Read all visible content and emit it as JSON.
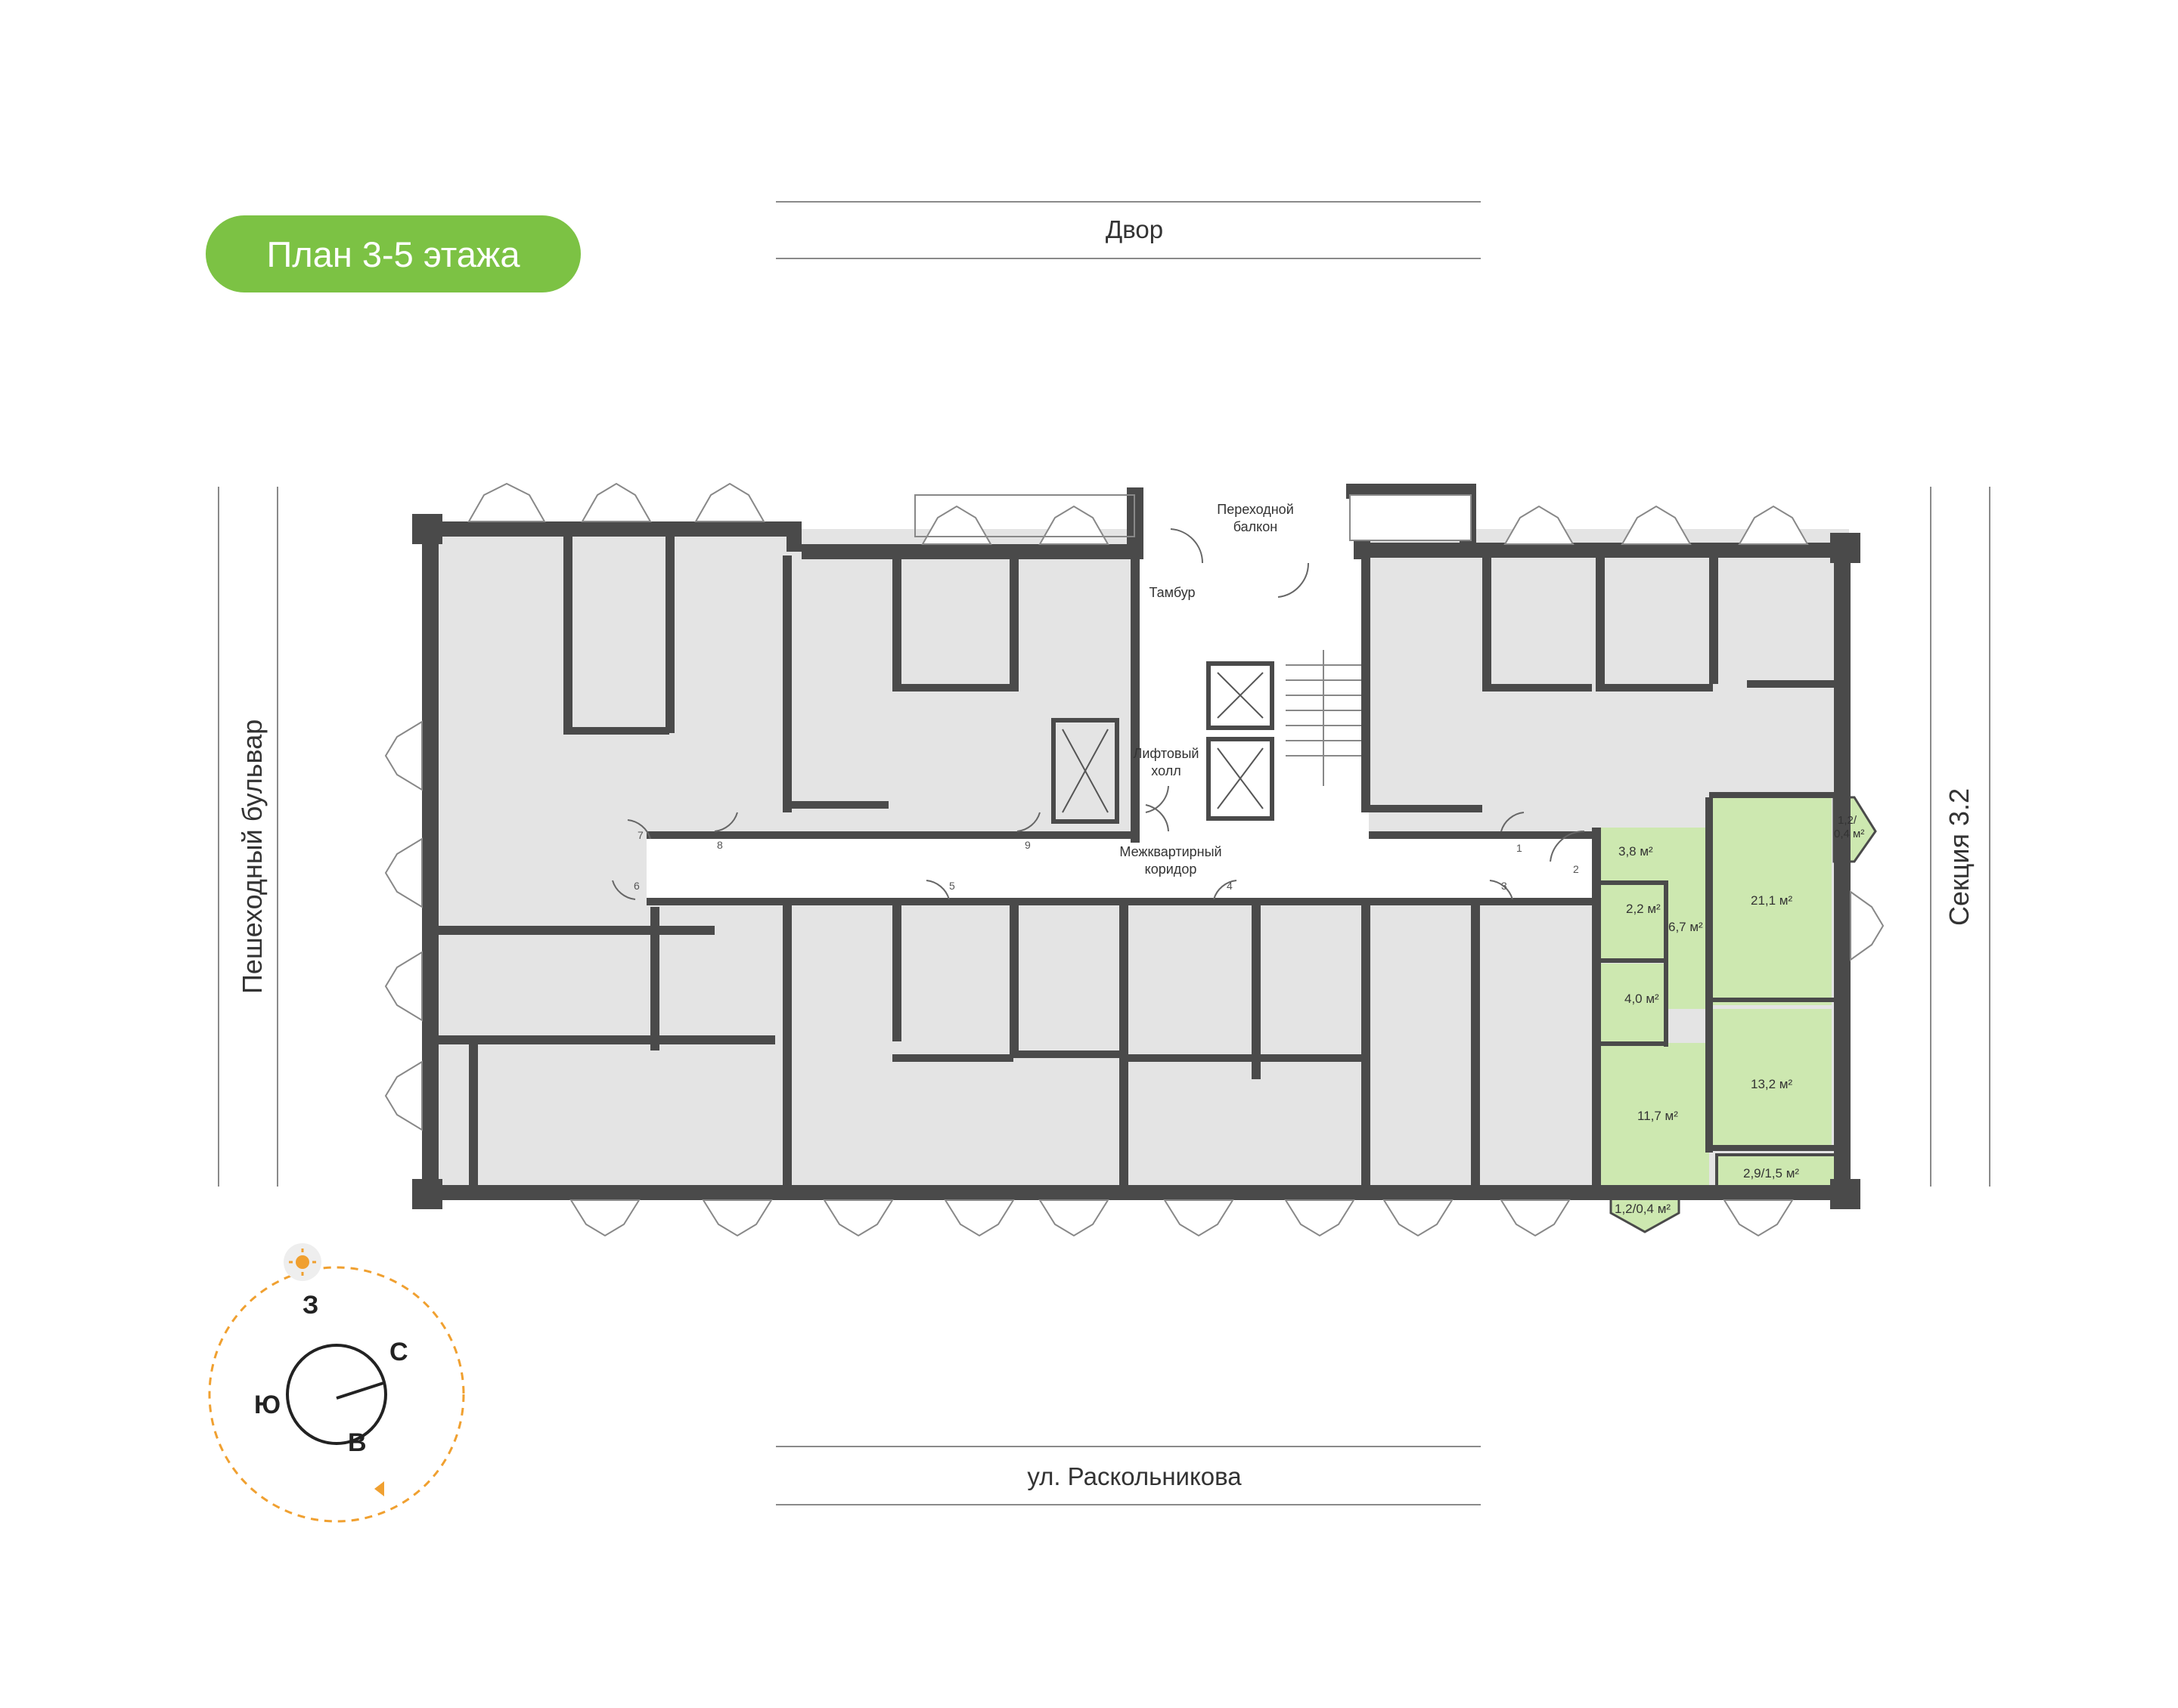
{
  "title": "План 3-5 этажа",
  "streets": {
    "top": "Двор",
    "bottom": "ул. Раскольникова",
    "left": "Пешеходный бульвар",
    "right": "Секция 3.2"
  },
  "core_labels": {
    "balcony": [
      "Переходной",
      "балкон"
    ],
    "tambur": "Тамбур",
    "lift_hall": [
      "Лифтовый",
      "холл"
    ],
    "corridor": [
      "Межквартирный",
      "коридор"
    ]
  },
  "door_numbers": [
    "1",
    "2",
    "3",
    "4",
    "5",
    "6",
    "7",
    "8",
    "9"
  ],
  "highlighted_apartment": {
    "rooms": [
      {
        "id": "hall",
        "area": "3,8 м²"
      },
      {
        "id": "wc",
        "area": "2,2 м²"
      },
      {
        "id": "corridor",
        "area": "6,7 м²"
      },
      {
        "id": "bath",
        "area": "4,0 м²"
      },
      {
        "id": "kitchen",
        "area": "11,7 м²"
      },
      {
        "id": "living",
        "area": "21,1 м²"
      },
      {
        "id": "bedroom",
        "area": "13,2 м²"
      },
      {
        "id": "loggia",
        "area": "2,9/1,5 м²"
      },
      {
        "id": "balcony-bottom",
        "area": "1,2/0,4 м²"
      },
      {
        "id": "balcony-right-1",
        "area": "1,2/"
      },
      {
        "id": "balcony-right-2",
        "area": "0,4 м²"
      }
    ]
  },
  "compass": {
    "north": "С",
    "south": "Ю",
    "east": "В",
    "west": "З"
  },
  "colors": {
    "badge": "#7cc244",
    "highlight_fill": "#cde8b0",
    "highlight_stroke": "#7cc244",
    "wall": "#4a4a4a",
    "room_fill": "#e4e4e4",
    "sun_arc": "#f0a030"
  }
}
